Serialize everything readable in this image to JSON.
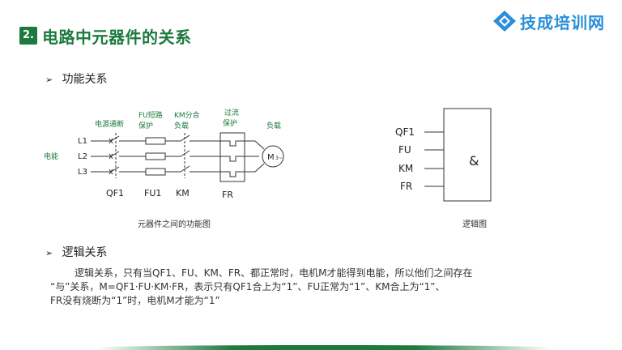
{
  "header": {
    "badge": "2.",
    "title": "电路中元器件的关系",
    "logo_text": "技成培训网"
  },
  "sections": {
    "functional": "功能关系",
    "logical": "逻辑关系"
  },
  "circuit": {
    "label_power": "电能",
    "header_qf_line1": "电源通断",
    "header_fu_line1": "FU短路",
    "header_fu_line2": "保护",
    "header_km_line1": "KM分合",
    "header_km_line2": "负载",
    "header_fr_line1": "过流",
    "header_fr_line2": "保护",
    "header_load": "负载",
    "phases": [
      "L1",
      "L2",
      "L3"
    ],
    "bottom_qf": "QF1",
    "bottom_fu": "FU1",
    "bottom_km": "KM",
    "bottom_fr": "FR",
    "motor_m": "M",
    "motor_phase": "3~",
    "caption": "元器件之间的功能图"
  },
  "logic_gate": {
    "inputs": [
      "QF1",
      "FU",
      "KM",
      "FR"
    ],
    "symbol": "&",
    "caption": "逻辑图"
  },
  "body": {
    "line1": "逻辑关系，只有当QF1、FU、KM、FR、都正常时，电机M才能得到电能，所以他们之间存在",
    "line2": "“与”关系，M=QF1·FU·KM·FR，表示只有QF1合上为“1”、FU正常为“1”、KM合上为“1”、",
    "line3": "FR没有烧断为“1”时，电机M才能为“1”"
  },
  "colors": {
    "brand_green": "#1c7a3e",
    "logo_blue": "#2a8fd9"
  }
}
